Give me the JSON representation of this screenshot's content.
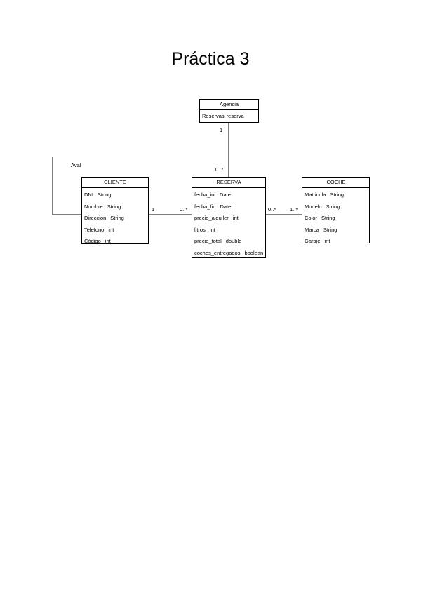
{
  "title": "Práctica 3",
  "classes": {
    "agencia": {
      "name": "Agencia",
      "attributes": [
        {
          "name": "Reservas",
          "type": "reserva"
        }
      ]
    },
    "cliente": {
      "name": "CLIENTE",
      "attributes": [
        {
          "name": "DNI",
          "type": "String"
        },
        {
          "name": "Nombre",
          "type": "String"
        },
        {
          "name": "Direccion",
          "type": "String"
        },
        {
          "name": "Telefono",
          "type": "int"
        },
        {
          "name": "Código",
          "type": "int"
        }
      ]
    },
    "reserva": {
      "name": "RESERVA",
      "attributes": [
        {
          "name": "fecha_ini",
          "type": "Date"
        },
        {
          "name": "fecha_fin",
          "type": "Date"
        },
        {
          "name": "precio_alquiler",
          "type": "int"
        },
        {
          "name": "litros",
          "type": "int"
        },
        {
          "name": "precio_total",
          "type": "double"
        },
        {
          "name": "coches_entregados",
          "type": "boolean"
        }
      ]
    },
    "coche": {
      "name": "COCHE",
      "attributes": [
        {
          "name": "Matricula",
          "type": "String"
        },
        {
          "name": "Modelo",
          "type": "String"
        },
        {
          "name": "Color",
          "type": "String"
        },
        {
          "name": "Marca",
          "type": "String"
        },
        {
          "name": "Garaje",
          "type": "int"
        }
      ]
    }
  },
  "associations": {
    "aval_label": "Aval",
    "agencia_reserva": {
      "agencia_end": "1",
      "reserva_end": "0..*"
    },
    "cliente_reserva": {
      "cliente_end": "1",
      "reserva_end": "0..*"
    },
    "reserva_coche": {
      "reserva_end": "0..*",
      "coche_end": "1..*"
    }
  }
}
